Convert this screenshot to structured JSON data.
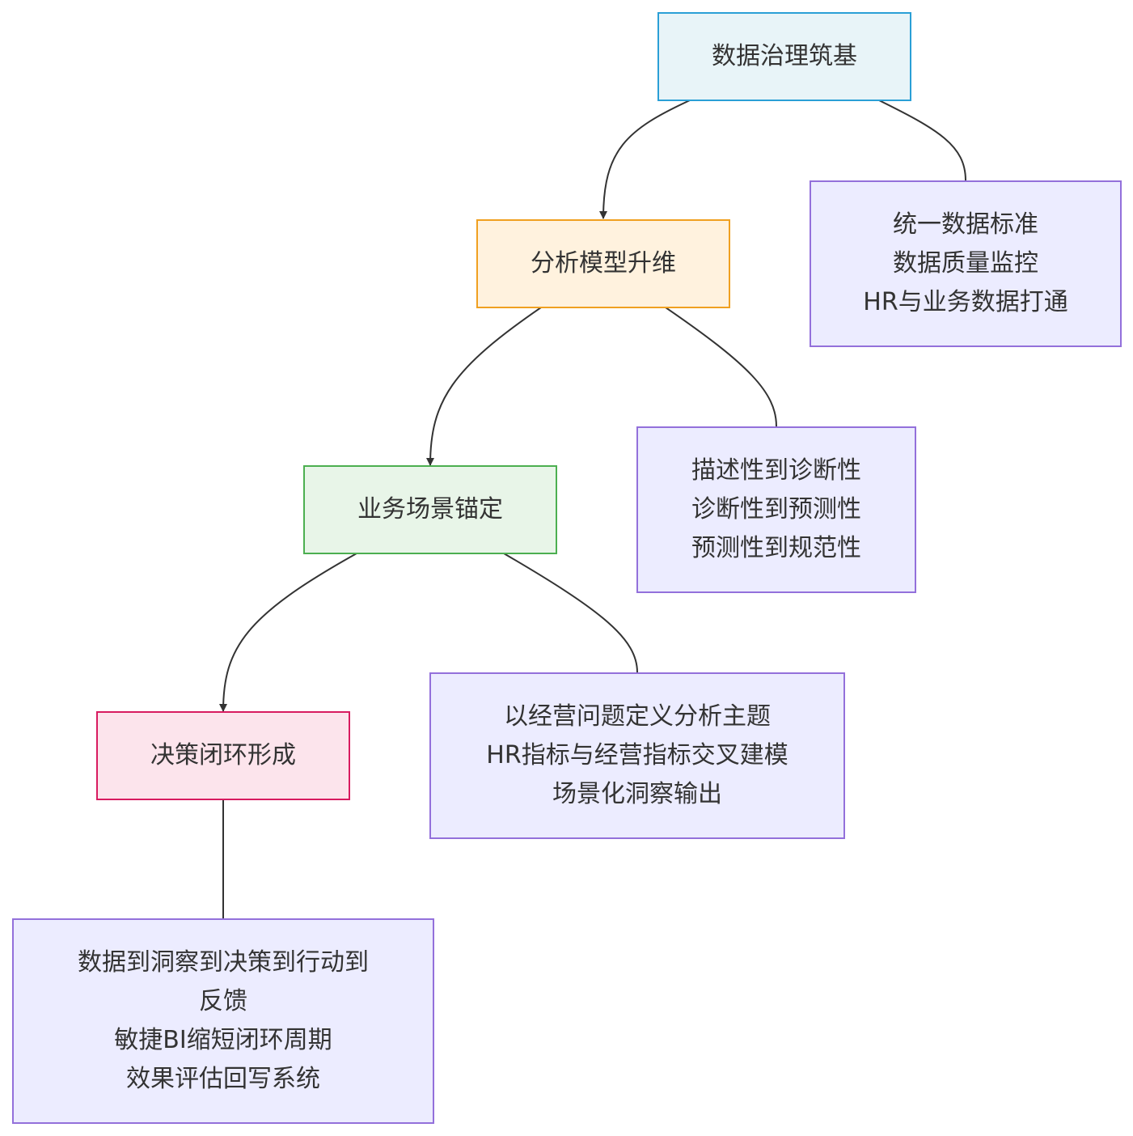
{
  "nodes": {
    "data_governance": {
      "label": "数据治理筑基"
    },
    "data_governance_detail": {
      "lines": [
        "统一数据标准",
        "数据质量监控",
        "HR与业务数据打通"
      ]
    },
    "model_upgrade": {
      "label": "分析模型升维"
    },
    "model_upgrade_detail": {
      "lines": [
        "描述性到诊断性",
        "诊断性到预测性",
        "预测性到规范性"
      ]
    },
    "scenario_anchor": {
      "label": "业务场景锚定"
    },
    "scenario_anchor_detail": {
      "lines": [
        "以经营问题定义分析主题",
        "HR指标与经营指标交叉建模",
        "场景化洞察输出"
      ]
    },
    "decision_loop": {
      "label": "决策闭环形成"
    },
    "decision_loop_detail": {
      "lines": [
        "数据到洞察到决策到行动到",
        "反馈",
        "敏捷BI缩短闭环周期",
        "效果评估回写系统"
      ]
    }
  },
  "edges": [
    {
      "from": "data_governance",
      "to": "model_upgrade",
      "arrow": true
    },
    {
      "from": "data_governance",
      "to": "data_governance_detail",
      "arrow": false
    },
    {
      "from": "model_upgrade",
      "to": "scenario_anchor",
      "arrow": true
    },
    {
      "from": "model_upgrade",
      "to": "model_upgrade_detail",
      "arrow": false
    },
    {
      "from": "scenario_anchor",
      "to": "decision_loop",
      "arrow": true
    },
    {
      "from": "scenario_anchor",
      "to": "scenario_anchor_detail",
      "arrow": false
    },
    {
      "from": "decision_loop",
      "to": "decision_loop_detail",
      "arrow": false
    }
  ],
  "colors": {
    "edge": "#333333",
    "text": "#333333"
  }
}
